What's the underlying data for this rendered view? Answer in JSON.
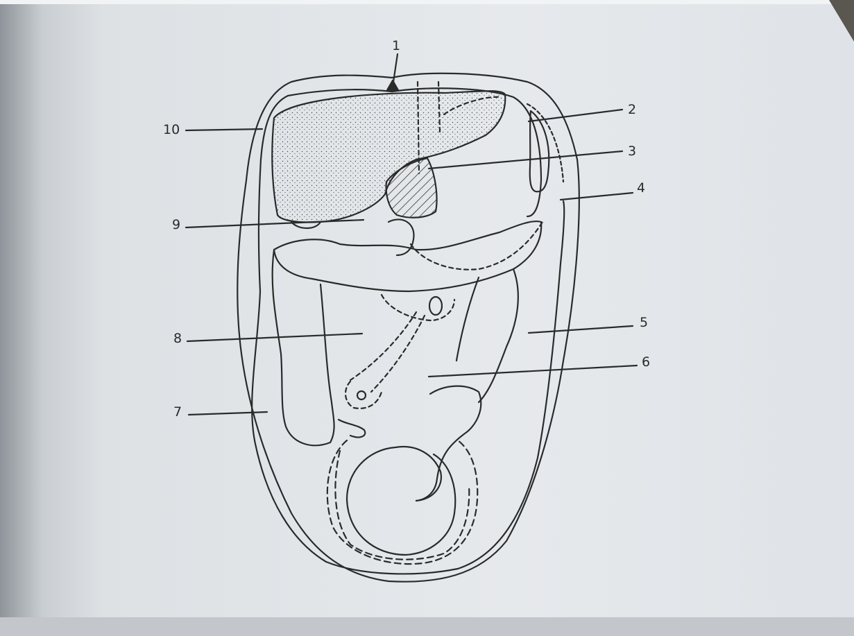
{
  "diagram": {
    "labels": [
      "1",
      "2",
      "3",
      "4",
      "5",
      "6",
      "7",
      "8",
      "9",
      "10"
    ]
  },
  "colors": {
    "paper": "#e6e9ec",
    "ink": "#2a2a2a",
    "shadow": "#9aa0a5"
  }
}
